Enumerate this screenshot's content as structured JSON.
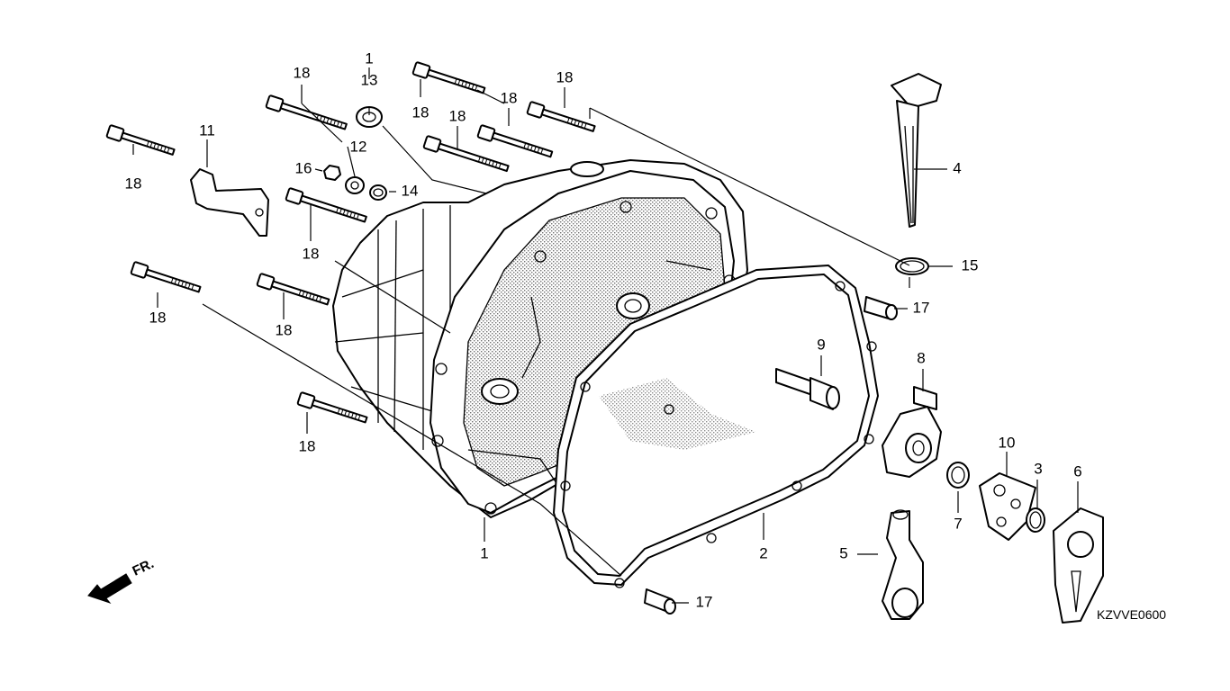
{
  "diagram": {
    "code": "KZVVE0600",
    "direction_label": "FR."
  },
  "callouts": [
    {
      "id": "c1a",
      "text": "1"
    },
    {
      "id": "c13",
      "text": "13"
    },
    {
      "id": "c18a",
      "text": "18"
    },
    {
      "id": "c18b",
      "text": "18"
    },
    {
      "id": "c18c",
      "text": "18"
    },
    {
      "id": "c18d",
      "text": "18"
    },
    {
      "id": "c18e",
      "text": "18"
    },
    {
      "id": "c18f",
      "text": "18"
    },
    {
      "id": "c18g",
      "text": "18"
    },
    {
      "id": "c18h",
      "text": "18"
    },
    {
      "id": "c18i",
      "text": "18"
    },
    {
      "id": "c18j",
      "text": "18"
    },
    {
      "id": "c11",
      "text": "11"
    },
    {
      "id": "c12",
      "text": "12"
    },
    {
      "id": "c16",
      "text": "16"
    },
    {
      "id": "c14",
      "text": "14"
    },
    {
      "id": "c4",
      "text": "4"
    },
    {
      "id": "c15",
      "text": "15"
    },
    {
      "id": "c17a",
      "text": "17"
    },
    {
      "id": "c17b",
      "text": "17"
    },
    {
      "id": "c9",
      "text": "9"
    },
    {
      "id": "c8",
      "text": "8"
    },
    {
      "id": "c10",
      "text": "10"
    },
    {
      "id": "c3",
      "text": "3"
    },
    {
      "id": "c6",
      "text": "6"
    },
    {
      "id": "c7",
      "text": "7"
    },
    {
      "id": "c5",
      "text": "5"
    },
    {
      "id": "c2",
      "text": "2"
    },
    {
      "id": "c1b",
      "text": "1"
    }
  ]
}
